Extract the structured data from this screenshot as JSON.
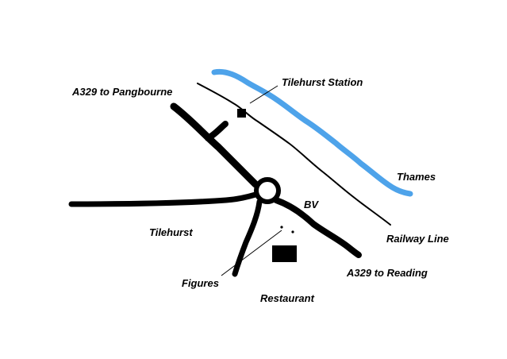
{
  "map": {
    "labels": {
      "tilehurst_station": "Tilehurst Station",
      "a329_pangbourne": "A329 to Pangbourne",
      "thames": "Thames",
      "bv": "BV",
      "tilehurst": "Tilehurst",
      "railway_line": "Railway Line",
      "a329_reading": "A329 to Reading",
      "figures": "Figures",
      "restaurant": "Restaurant"
    },
    "colors": {
      "river": "#4ea3ea",
      "road": "#000000",
      "railway": "#000000",
      "background": "#ffffff"
    }
  }
}
